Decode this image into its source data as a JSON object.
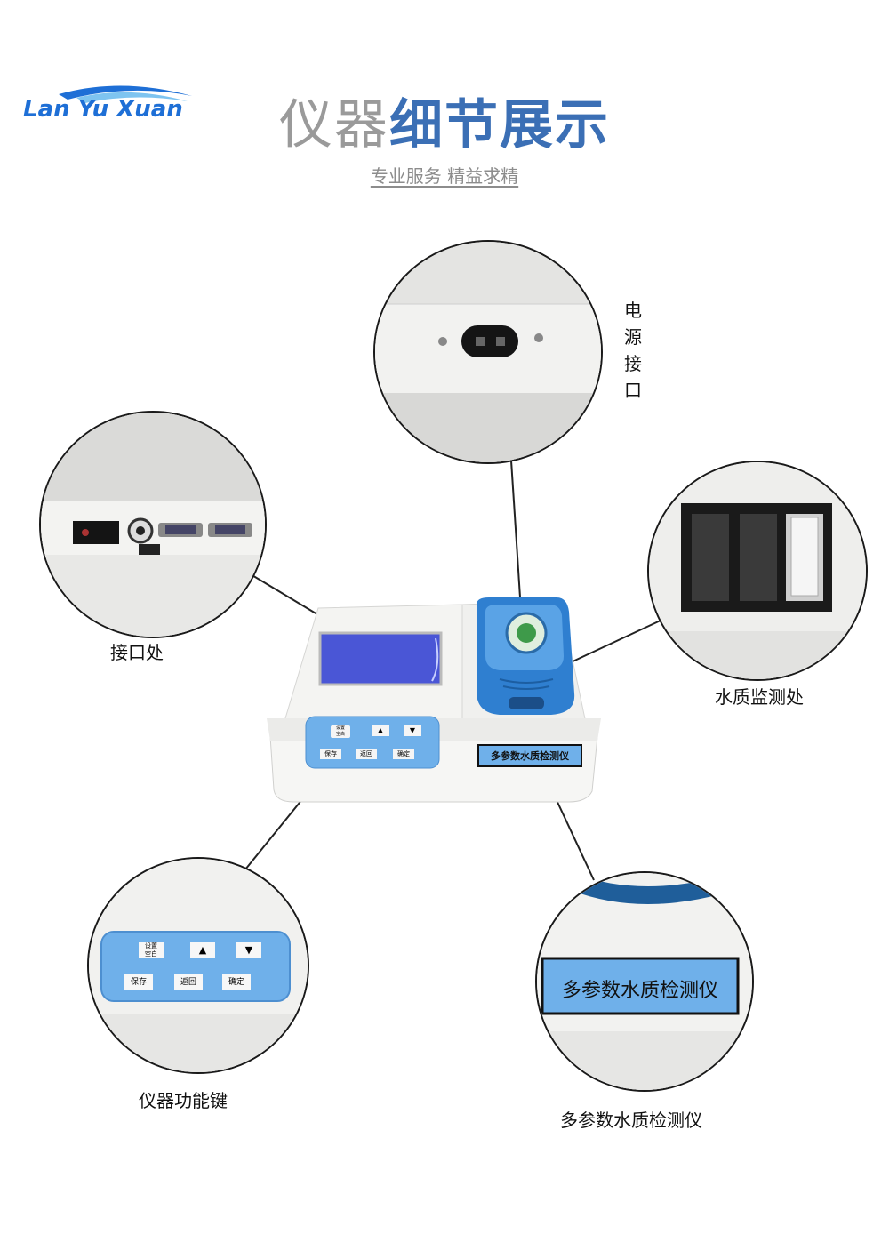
{
  "brand": {
    "logo_text": "Lan Yu Xuan",
    "color": "#1e6fd6"
  },
  "header": {
    "title_light": "仪器",
    "title_bold": "细节展示",
    "subtitle": "专业服务  精益求精"
  },
  "callouts": {
    "power": [
      "电",
      "源",
      "接",
      "口"
    ],
    "interface": "接口处",
    "water_monitor": "水质监测处",
    "function_keys": "仪器功能键",
    "name_plate": "多参数水质检测仪"
  },
  "device": {
    "name_plate": "多参数水质检测仪",
    "keys": {
      "set_blank": "设置\n空白",
      "up": "▲",
      "down": "▼",
      "save": "保存",
      "back": "返回",
      "confirm": "确定"
    }
  },
  "colors": {
    "title_bold": "#3b6fb5",
    "title_light": "#9a9a9a",
    "device_blue": "#2f7fd0",
    "panel_blue": "#6fb0ea"
  }
}
